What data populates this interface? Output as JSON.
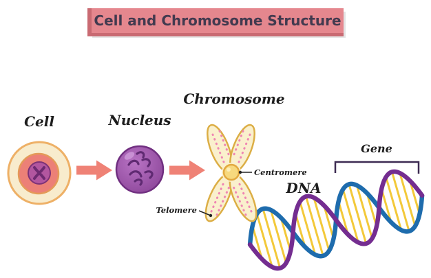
{
  "title": "Cell and Chromosome Structure",
  "labels": {
    "cell": "Cell",
    "nucleus": "Nucleus",
    "chromosome": "Chromosome",
    "centromere": "Centromere",
    "telomere": "Telomere",
    "dna": "DNA",
    "gene": "Gene"
  },
  "colors": {
    "banner": "#e5878e",
    "banner_edge": "#c96a72",
    "arrow": "#ef8276",
    "chromosome_body": "#faf0cd",
    "centromere_fill": "#f7d97e",
    "dna_strand_blue": "#1e6cad",
    "dna_strand_purple": "#742d90",
    "dna_rung": "#f3c93a"
  }
}
